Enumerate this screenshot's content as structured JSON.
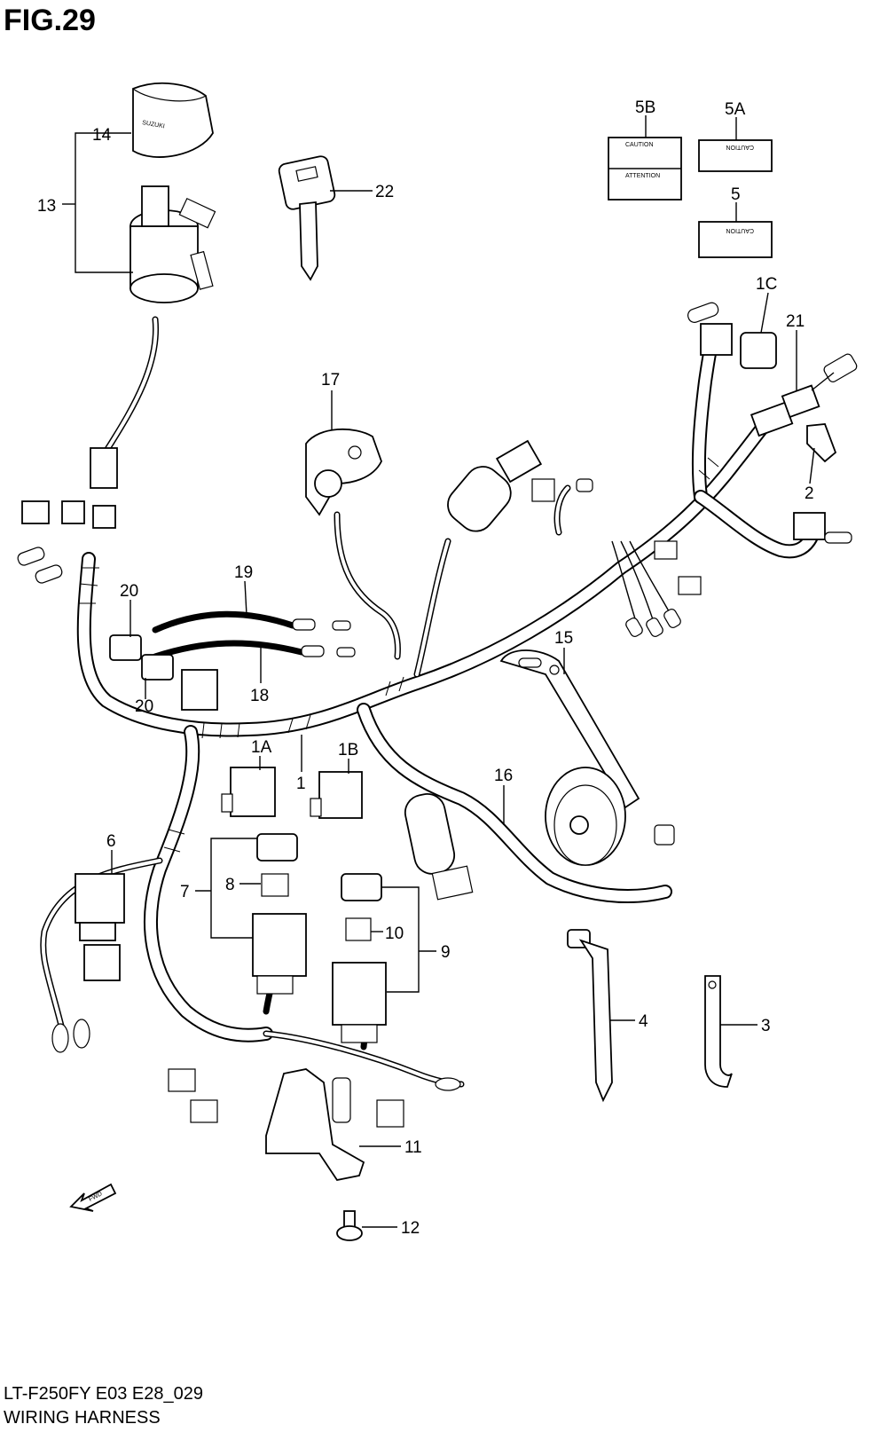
{
  "figure": {
    "title": "FIG.29",
    "code": "LT-F250FY E03 E28_029",
    "name": "WIRING HARNESS"
  },
  "callouts": {
    "p1": "1",
    "p1A": "1A",
    "p1B": "1B",
    "p1C": "1C",
    "p2": "2",
    "p3": "3",
    "p4": "4",
    "p5": "5",
    "p5A": "5A",
    "p5B": "5B",
    "p6": "6",
    "p7": "7",
    "p8": "8",
    "p9": "9",
    "p10": "10",
    "p11": "11",
    "p12": "12",
    "p13": "13",
    "p14": "14",
    "p15": "15",
    "p16": "16",
    "p17": "17",
    "p18": "18",
    "p19": "19",
    "p20a": "20",
    "p20b": "20",
    "p21": "21",
    "p22": "22"
  },
  "part_markings": {
    "key_cap_brand": "SUZUKI",
    "label_5b_top": "CAUTION",
    "label_5b_bottom": "ATTENTION",
    "label_5a": "CAUTION",
    "label_5": "CAUTION",
    "direction_arrow": "FWD"
  }
}
